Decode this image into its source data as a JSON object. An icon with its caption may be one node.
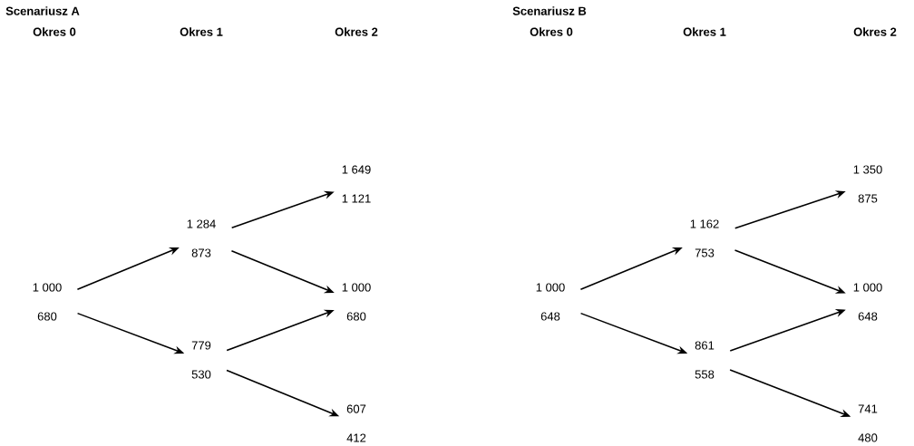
{
  "diagram": {
    "nodes": [
      {
        "text": [
          "1 000",
          "680"
        ]
      },
      {
        "text": [
          "1 284",
          "873"
        ]
      },
      {
        "text": [
          "779",
          "530"
        ]
      },
      {
        "text": [
          "1 649",
          "1 121"
        ]
      },
      {
        "text": [
          "1 000",
          "680"
        ]
      },
      {
        "text": [
          "607",
          "412"
        ]
      },
      {
        "text": [
          "1 000",
          "648"
        ]
      },
      {
        "text": [
          "1 162",
          "753"
        ]
      },
      {
        "text": [
          "861",
          "558"
        ]
      },
      {
        "text": [
          "1 350",
          "875"
        ]
      },
      {
        "text": [
          "1 000",
          "648"
        ]
      },
      {
        "text": [
          "741",
          "480"
        ]
      }
    ],
    "edges": [
      {
        "from": 0,
        "to": 1,
        "arrow": "to"
      },
      {
        "from": 0,
        "to": 2,
        "arrow": "to"
      },
      {
        "from": 1,
        "to": 3,
        "arrow": "to"
      },
      {
        "from": 1,
        "to": 4,
        "arrow": "to"
      },
      {
        "from": 2,
        "to": 4,
        "arrow": "to"
      },
      {
        "from": 2,
        "to": 5,
        "arrow": "to"
      },
      {
        "from": 6,
        "to": 7,
        "arrow": "to"
      },
      {
        "from": 6,
        "to": 8,
        "arrow": "to"
      },
      {
        "from": 7,
        "to": 9,
        "arrow": "to"
      },
      {
        "from": 7,
        "to": 10,
        "arrow": "to"
      },
      {
        "from": 8,
        "to": 10,
        "arrow": "to"
      },
      {
        "from": 8,
        "to": 11,
        "arrow": "to"
      }
    ],
    "labels": [
      "Scenariusz A",
      "Okres 0",
      "Okres 1",
      "Okres 2",
      "Scenariusz B",
      "Okres 0",
      "Okres 1",
      "Okres 2"
    ]
  }
}
